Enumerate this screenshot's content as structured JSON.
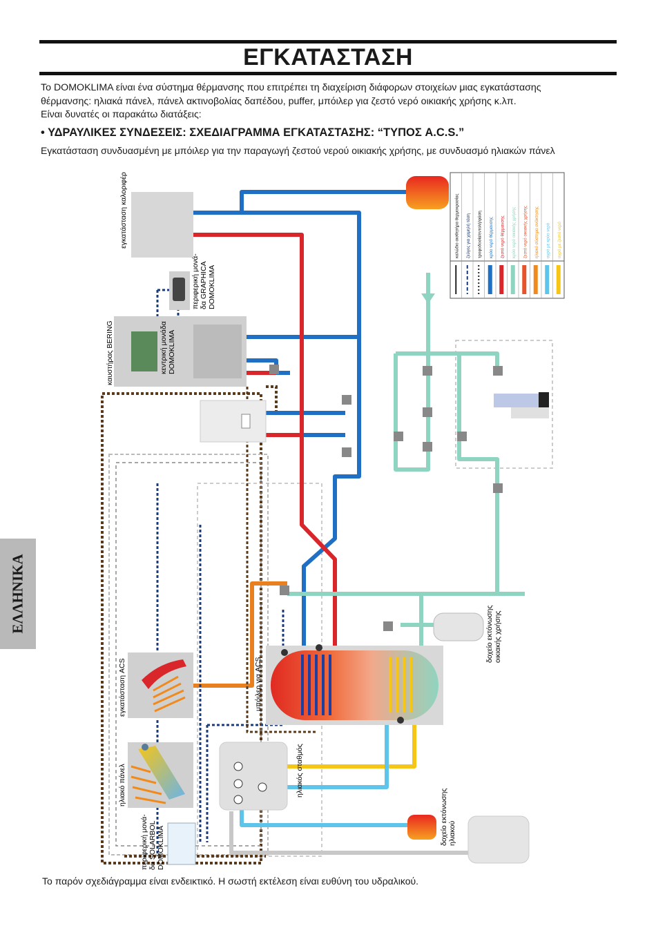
{
  "page": {
    "title": "ΕΓΚΑΤΑΣΤΑΣΗ",
    "intro_lines": [
      "Το DOMOKLIMA είναι ένα σύστημα θέρμανσης που επιτρέπει τη διαχείριση διάφορων στοιχείων μιας εγκατάστασης",
      "θέρμανσης: ηλιακά πάνελ, πάνελ ακτινοβολίας δαπέδου, puffer, μπόιλερ για ζεστό νερό οικιακής χρήσης κ.λπ.",
      "Είναι δυνατές οι παρακάτω διατάξεις:"
    ],
    "section_title": "• ΥΔΡΑΥΛΙΚΕΣ ΣΥΝΔΕΣΕΙΣ: ΣΧΕΔΙΑΓΡΑΜΜΑ ΕΓΚΑΤΑΣΤΑΣΗΣ: “ΤΥΠΟΣ A.C.S.”",
    "section_subtitle": "Εγκατάσταση συνδυασμένη με μπόιλερ για την παραγωγή ζεστού νερού οικιακής χρήσης, με συνδυασμό ηλιακών πάνελ",
    "side_tab": "ΕΛΛΗΝΙΚΑ",
    "footer": "Το παρόν σχεδιάγραμμα είναι ενδεικτικό. Η σωστή εκτέλεση είναι ευθύνη του υδραλικού."
  },
  "diagram": {
    "labels": {
      "radiator": "εγκατάσταση καλοριφέρ",
      "graphica_1": "περιφερική μονά-",
      "graphica_2": "δα GRAPHICA",
      "graphica_3": "DOMOKLIMA",
      "boiler_bering": "καυστήρας BERING",
      "central_1": "κεντρική μονάδα",
      "central_2": "DOMOKLIMA",
      "acs_install": "εγκατάσταση ACS",
      "acs_boiler": "μπόιλερ για ACS",
      "solar_panel": "ηλιακό πάνελ",
      "solarbol_1": "περιφερική μονά-",
      "solarbol_2": "δα SOLARBOL",
      "solarbol_3": "DOMOKLIMA",
      "solar_station": "ηλιακός σταθμός",
      "dhw_exp_1": "δοχείο εκτόνωσης",
      "dhw_exp_2": "οικιακής χρήσης",
      "solar_exp_1": "δοχείο εκτόνωσης",
      "solar_exp_2": "ηλιακού"
    },
    "legend": [
      {
        "label": "καλώδιο αισθητήρα θερμοκρασίας",
        "color": "#222222",
        "style": "solid-thin"
      },
      {
        "label": "ζεύγος για χαμηλή τάση",
        "color": "#1a3a7a",
        "style": "dashed"
      },
      {
        "label": "τροφοδοσία/εντολή/φάση",
        "color": "#222222",
        "style": "dotted"
      },
      {
        "label": "κρύο νερό θέρμανσης",
        "color": "#1f6fc4",
        "style": "solid"
      },
      {
        "label": "ζεστό νερό θέρμανσης",
        "color": "#d9262a",
        "style": "solid"
      },
      {
        "label": "κρύο νερό οικιακής χρήσης",
        "color": "#8fd4c0",
        "style": "solid"
      },
      {
        "label": "ζεστό νερό οικιακής χρήσης",
        "color": "#e8542a",
        "style": "solid"
      },
      {
        "label": "ηλιακό σύστημα ανάκτησης",
        "color": "#f08a1c",
        "style": "solid"
      },
      {
        "label": "υγρό με κρύο νερό",
        "color": "#5fc4ea",
        "style": "solid"
      },
      {
        "label": "υγρό με ζεστό νερό",
        "color": "#f5c518",
        "style": "solid"
      }
    ]
  }
}
